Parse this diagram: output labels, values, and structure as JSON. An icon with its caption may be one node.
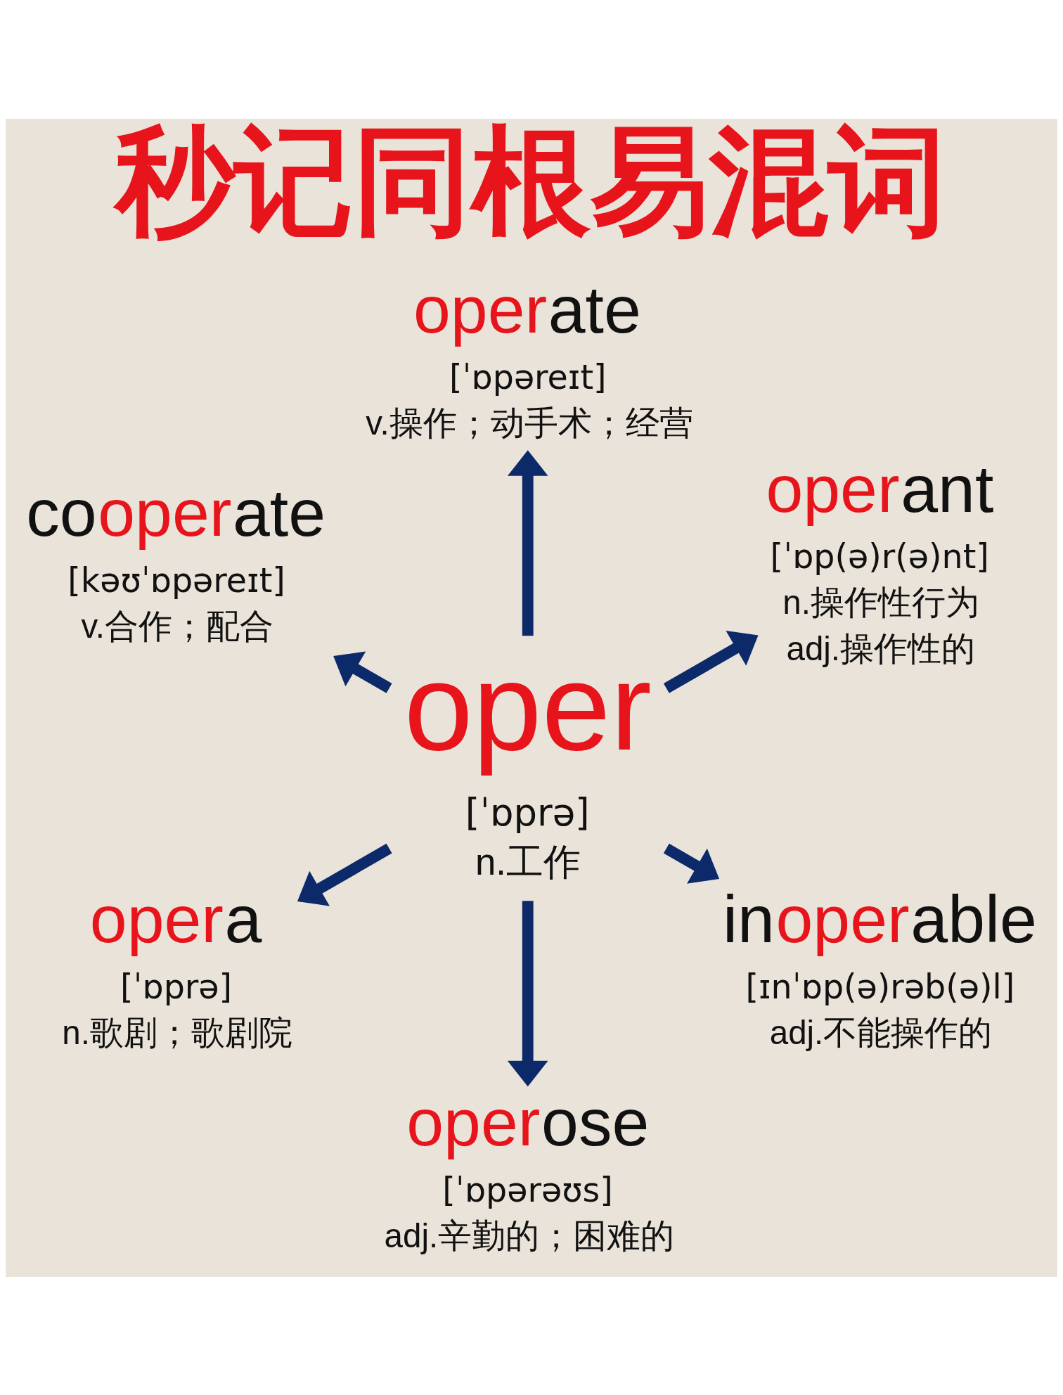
{
  "diagram": {
    "title": "秒记同根易混词",
    "nodes": [
      {
        "text": [
          "operate",
          "[ˈɒpəreɪt]",
          "v.操作；动手术；经营"
        ]
      },
      {
        "text": [
          "cooperate",
          "[kəʊˈɒpəreɪt]",
          "v.合作；配合"
        ]
      },
      {
        "text": [
          "operant",
          "[ˈɒp(ə)r(ə)nt]",
          "n.操作性行为",
          "adj.操作性的"
        ]
      },
      {
        "text": [
          "oper",
          "[ˈɒprə]",
          "n.工作"
        ]
      },
      {
        "text": [
          "opera",
          "[ˈɒprə]",
          "n.歌剧；歌剧院"
        ]
      },
      {
        "text": [
          "inoperable",
          "[ɪnˈɒp(ə)rəb(ə)l]",
          "adj.不能操作的"
        ]
      },
      {
        "text": [
          "operose",
          "[ˈɒpərəʊs]",
          "adj.辛勤的；困难的"
        ]
      }
    ],
    "edges": [
      {
        "from": 3,
        "to": 0,
        "arrow": "to"
      },
      {
        "from": 3,
        "to": 2,
        "arrow": "to"
      },
      {
        "from": 3,
        "to": 5,
        "arrow": "to"
      },
      {
        "from": 3,
        "to": 6,
        "arrow": "to"
      },
      {
        "from": 3,
        "to": 4,
        "arrow": "to"
      },
      {
        "from": 3,
        "to": 1,
        "arrow": "to"
      }
    ]
  }
}
